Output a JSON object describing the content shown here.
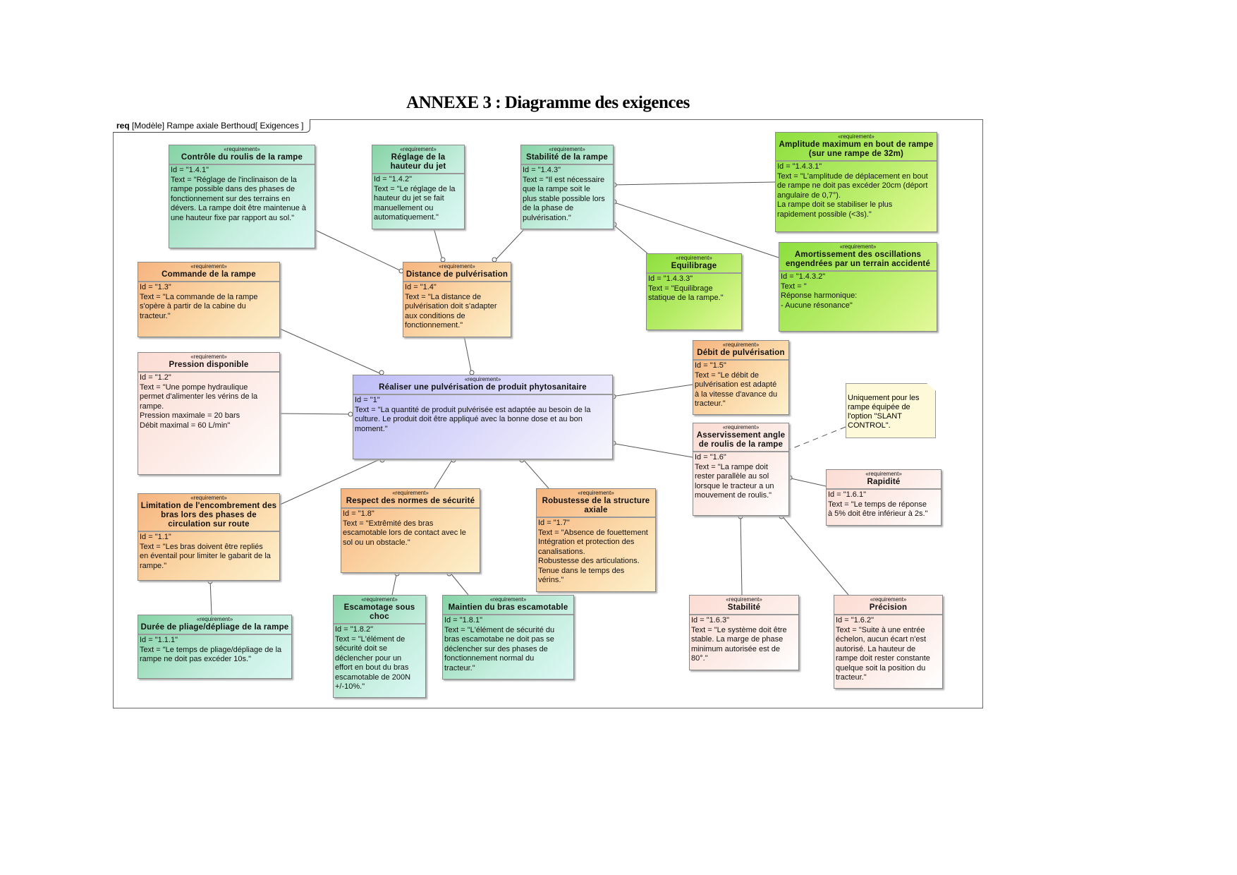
{
  "title": "ANNEXE 3 : Diagramme des exigences",
  "frame": {
    "kind": "req",
    "label": "[Modèle] Rampe axiale Berthoud[ Exigences ]"
  },
  "stereotype": "«requirement»",
  "requirements": {
    "r141": {
      "name": "Contrôle du roulis de la rampe",
      "id": "Id = \"1.4.1\"",
      "text": "Text = \"Réglage de l'inclinaison de la\nrampe possible dans des phases de\nfonctionnement sur des terrains en\ndévers. La rampe doit être maintenue à\nune hauteur fixe par rapport au sol.\""
    },
    "r142": {
      "name": "Réglage de la\nhauteur du jet",
      "id": "Id = \"1.4.2\"",
      "text": "Text = \"Le réglage de la\nhauteur du jet se fait\nmanuellement ou\nautomatiquement.\""
    },
    "r143": {
      "name": "Stabilité de la rampe",
      "id": "Id = \"1.4.3\"",
      "text": "Text = \"Il est nécessaire\nque la rampe soit le\nplus stable possible lors\nde la phase de\npulvérisation.\""
    },
    "r1431": {
      "name": "Amplitude maximum en bout de rampe\n(sur une rampe de 32m)",
      "id": "Id = \"1.4.3.1\"",
      "text": "Text = \"L'amplitude de déplacement en bout\nde rampe ne doit pas excéder 20cm (déport\nangulaire de 0,7°).\nLa rampe doit se stabiliser le plus\nrapidement possible (<3s).\""
    },
    "r13": {
      "name": "Commande de la rampe",
      "id": "Id = \"1.3\"",
      "text": "Text = \"La commande de la rampe\ns'opère à partir de la cabine du\ntracteur.\""
    },
    "r14": {
      "name": "Distance de pulvérisation",
      "id": "Id = \"1.4\"",
      "text": "Text = \"La distance de\npulvérisation doit s'adapter\naux conditions de\nfonctionnement.\""
    },
    "r1433": {
      "name": "Equilibrage",
      "id": "Id = \"1.4.3.3\"",
      "text": "Text = \"Equilibrage\nstatique de la rampe.\""
    },
    "r1432": {
      "name": "Amortissement des oscillations\nengendrées par un terrain accidenté",
      "id": "Id = \"1.4.3.2\"",
      "text": "Text = \"\nRéponse harmonique:\n- Aucune résonance\""
    },
    "r12": {
      "name": "Pression disponible",
      "id": "Id = \"1.2\"",
      "text": "Text = \"Une pompe hydraulique\npermet d'alimenter les vérins de la\nrampe.\nPression maximale = 20 bars\nDébit maximal = 60 L/min\""
    },
    "r1": {
      "name": "Réaliser une pulvérisation de produit phytosanitaire",
      "id": "Id = \"1\"",
      "text": "Text = \"La quantité de produit pulvérisée est adaptée au besoin de la\nculture. Le produit doit être appliqué avec la bonne dose et au bon\nmoment.\""
    },
    "r15": {
      "name": "Débit de pulvérisation",
      "id": "Id = \"1.5\"",
      "text": "Text = \"Le débit de\npulvérisation est adapté\nà la vitesse d'avance du\ntracteur.\""
    },
    "r16": {
      "name": "Asservissement angle\nde roulis de la rampe",
      "id": "Id = \"1.6\"",
      "text": "Text = \"La rampe doit\nrester parallèle au sol\nlorsque le tracteur a un\nmouvement de roulis.\""
    },
    "r161": {
      "name": "Rapidité",
      "id": "Id = \"1.6.1\"",
      "text": "Text = \"Le temps de réponse\nà 5% doit être inférieur à 2s.\""
    },
    "r11": {
      "name": "Limitation de l'encombrement des\nbras lors des phases de\ncirculation sur route",
      "id": "Id = \"1.1\"",
      "text": "Text = \"Les bras doivent être repliés\nen éventail pour limiter le gabarit de la\nrampe.\""
    },
    "r18": {
      "name": "Respect des normes de sécurité",
      "id": "Id = \"1.8\"",
      "text": "Text = \"Extrêmité des bras\nescamotable lors de contact avec le\nsol ou un obstacle.\""
    },
    "r17": {
      "name": "Robustesse de la structure\naxiale",
      "id": "Id = \"1.7\"",
      "text": "Text = \"Absence de fouettement\nIntégration et protection des\ncanalisations.\nRobustesse des articulations.\nTenue dans le temps des\nvérins.\""
    },
    "r111": {
      "name": "Durée de pliage/dépliage de la rampe",
      "id": "Id = \"1.1.1\"",
      "text": "Text = \"Le temps de pliage/dépliage de la\nrampe ne doit pas excéder 10s.\""
    },
    "r182": {
      "name": "Escamotage sous\nchoc",
      "id": "Id = \"1.8.2\"",
      "text": "Text = \"L'élément de\nsécurité doit se\ndéclencher pour un\neffort en bout du bras\nescamotable de 200N\n+/-10%.\""
    },
    "r181": {
      "name": "Maintien du bras escamotable",
      "id": "Id = \"1.8.1\"",
      "text": "Text = \"L'élément de sécurité du\nbras escamotabe ne doit pas se\ndéclencher sur des phases de\nfonctionnement normal du\ntracteur.\""
    },
    "r163": {
      "name": "Stabilité",
      "id": "Id = \"1.6.3\"",
      "text": "Text = \"Le système doit être\nstable. La marge de phase\nminimum autorisée est de\n80°.\""
    },
    "r162": {
      "name": "Précision",
      "id": "Id = \"1.6.2\"",
      "text": "Text = \"Suite à une entrée\néchelon, aucun écart n'est\nautorisé. La hauteur de\nrampe doit rester constante\nquelque soit la position du\ntracteur.\""
    }
  },
  "note": "Uniquement pour les\nrampe équipée de\nl'option \"SLANT\nCONTROL\"."
}
